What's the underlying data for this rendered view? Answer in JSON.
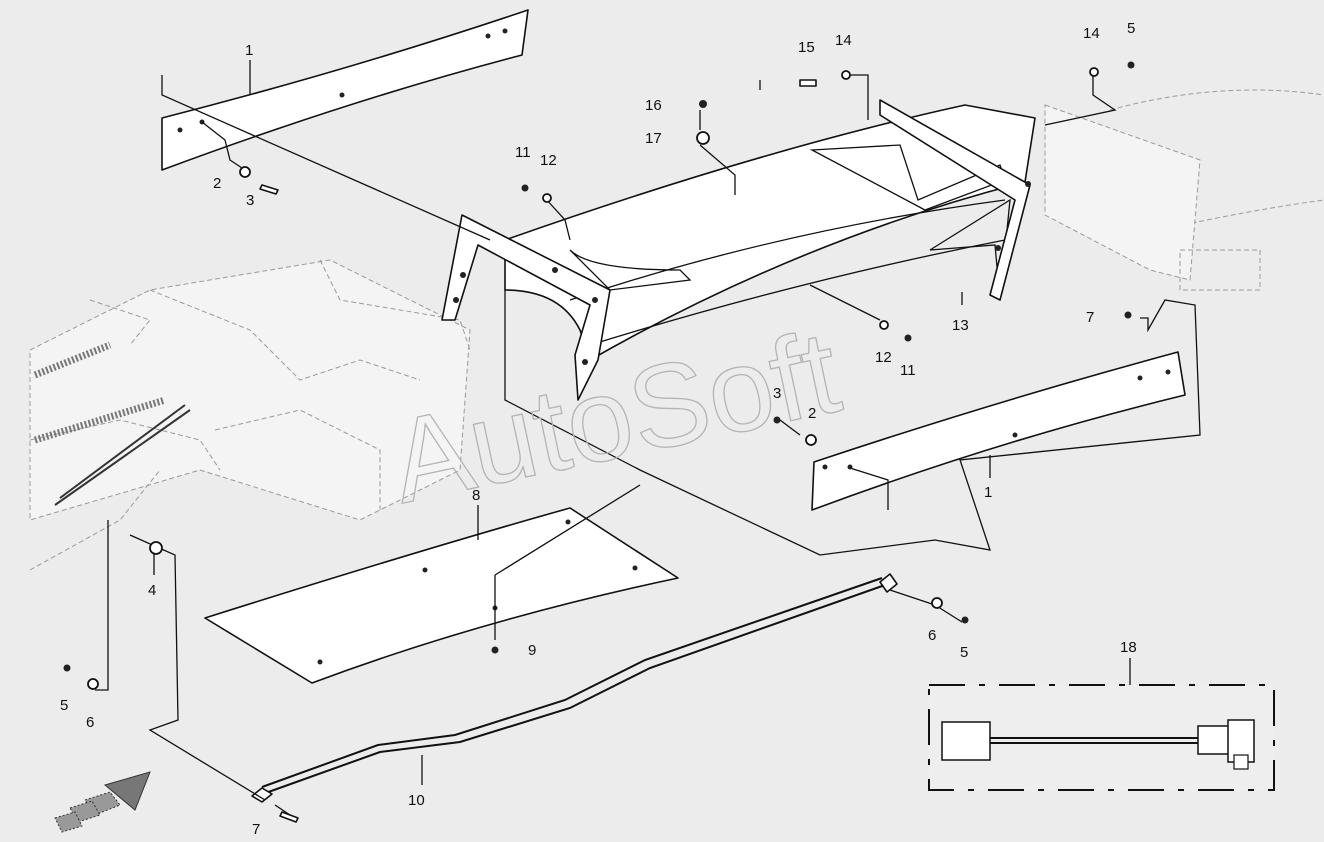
{
  "watermark": "AutoSoft",
  "callouts": [
    {
      "id": "1",
      "text": "1"
    },
    {
      "id": "1b",
      "text": "1"
    },
    {
      "id": "2",
      "text": "2"
    },
    {
      "id": "2b",
      "text": "2"
    },
    {
      "id": "3",
      "text": "3"
    },
    {
      "id": "3b",
      "text": "3"
    },
    {
      "id": "4",
      "text": "4"
    },
    {
      "id": "5a",
      "text": "5"
    },
    {
      "id": "5b",
      "text": "5"
    },
    {
      "id": "5c",
      "text": "5"
    },
    {
      "id": "6a",
      "text": "6"
    },
    {
      "id": "6b",
      "text": "6"
    },
    {
      "id": "7a",
      "text": "7"
    },
    {
      "id": "7b",
      "text": "7"
    },
    {
      "id": "8",
      "text": "8"
    },
    {
      "id": "9",
      "text": "9"
    },
    {
      "id": "10",
      "text": "10"
    },
    {
      "id": "11a",
      "text": "11"
    },
    {
      "id": "11b",
      "text": "11"
    },
    {
      "id": "12a",
      "text": "12"
    },
    {
      "id": "12b",
      "text": "12"
    },
    {
      "id": "13",
      "text": "13"
    },
    {
      "id": "14a",
      "text": "14"
    },
    {
      "id": "14b",
      "text": "14"
    },
    {
      "id": "15",
      "text": "15"
    },
    {
      "id": "16",
      "text": "16"
    },
    {
      "id": "17",
      "text": "17"
    },
    {
      "id": "18",
      "text": "18"
    }
  ]
}
